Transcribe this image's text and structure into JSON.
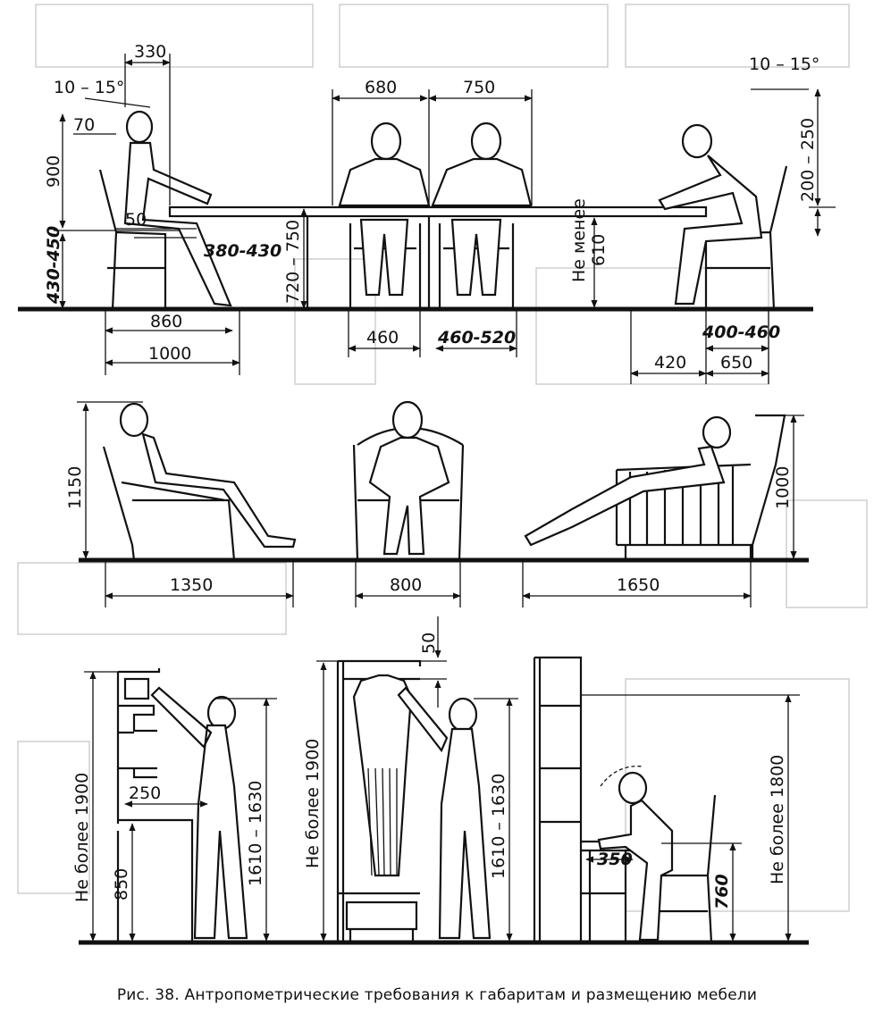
{
  "caption": "Рис. 38. Антропометрические требования к габаритам и размещению мебели",
  "labels": {
    "l330": "330",
    "l10_15_left": "10 – 15°",
    "l70": "70",
    "l900": "900",
    "l50_table": "50",
    "l380_430": "380-430",
    "l430_450": "430-450",
    "l860": "860",
    "l1000_top": "1000",
    "l720_750": "720 – 750",
    "l680": "680",
    "l750": "750",
    "l460": "460",
    "l460_520": "460-520",
    "l_ne_menee": "Не менее",
    "l610": "610",
    "l10_15_right": "10 – 15°",
    "l200_250": "200 – 250",
    "l400_460": "400-460",
    "l420": "420",
    "l650": "650",
    "l1150": "1150",
    "l1350": "1350",
    "l800": "800",
    "l1650": "1650",
    "l1000_mid": "1000",
    "l_ne_bolee_1900_a": "Не более 1900",
    "l850": "850",
    "l250": "250",
    "l1610_1630_a": "1610 – 1630",
    "l_ne_bolee_1900_b": "Не более 1900",
    "l50_wardrobe": "50",
    "l1610_1630_b": "1610 – 1630",
    "l350": "350",
    "l760": "760",
    "l_ne_bolee_1800": "Не более 1800"
  }
}
